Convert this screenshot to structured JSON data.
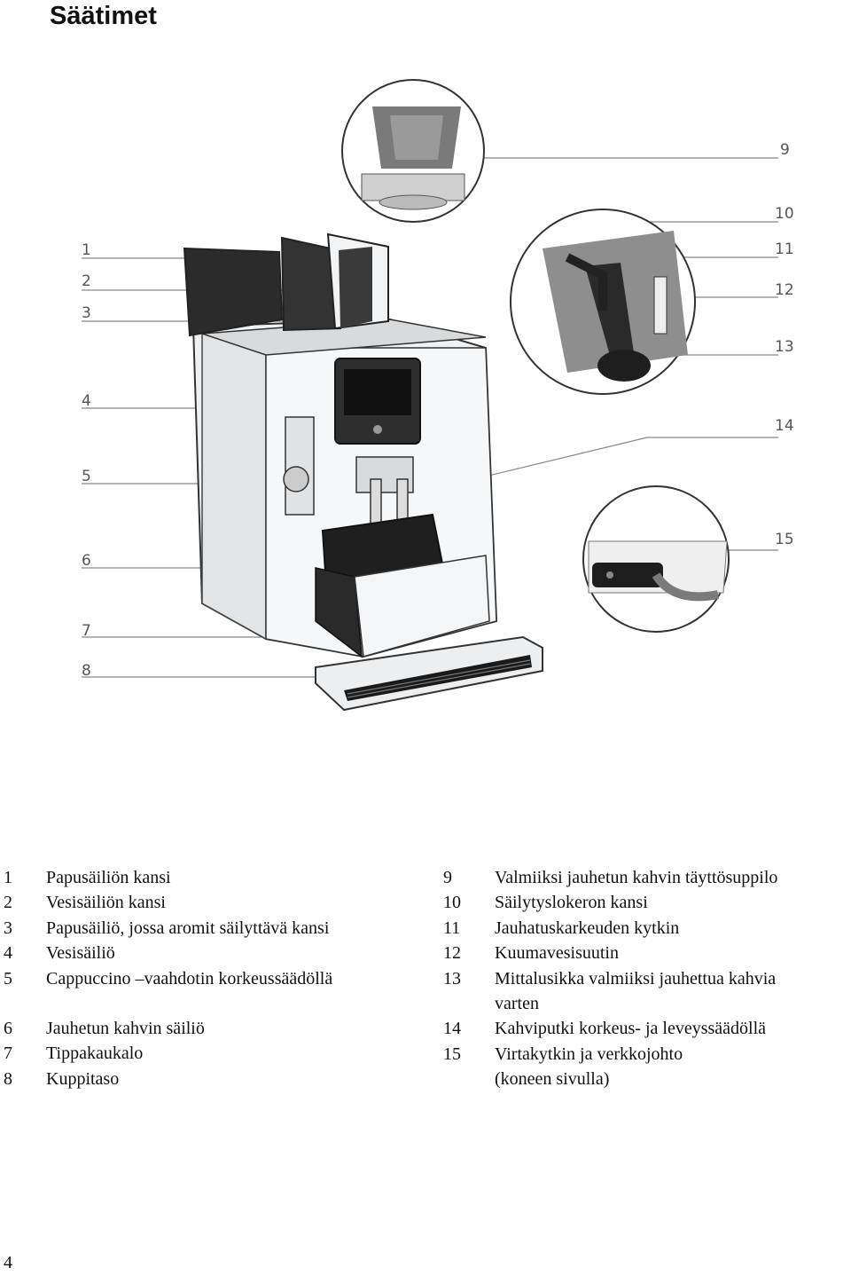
{
  "page": {
    "title": "Säätimet",
    "page_number": "4"
  },
  "figure": {
    "callouts": [
      "1",
      "2",
      "3",
      "4",
      "5",
      "6",
      "7",
      "8",
      "9",
      "10",
      "11",
      "12",
      "13",
      "14",
      "15"
    ]
  },
  "legend": {
    "left": [
      {
        "num": "1",
        "text": "Papusäiliön kansi"
      },
      {
        "num": "2",
        "text": "Vesisäiliön kansi"
      },
      {
        "num": "3",
        "text": "Papusäiliö, jossa aromit säilyttävä kansi"
      },
      {
        "num": "4",
        "text": "Vesisäiliö"
      },
      {
        "num": "5",
        "text": "Cappuccino –vaahdotin korkeussäädöllä"
      },
      {
        "num": "6",
        "text": "Jauhetun kahvin säiliö"
      },
      {
        "num": "7",
        "text": "Tippakaukalo"
      },
      {
        "num": "8",
        "text": "Kuppitaso"
      }
    ],
    "right": [
      {
        "num": "9",
        "text": "Valmiiksi jauhetun kahvin täyttösuppilo"
      },
      {
        "num": "10",
        "text": "Säilytyslokeron kansi"
      },
      {
        "num": "11",
        "text": "Jauhatuskarkeuden kytkin"
      },
      {
        "num": "12",
        "text": "Kuumavesisuutin"
      },
      {
        "num": "13",
        "text": "Mittalusikka valmiiksi jauhettua kahvia",
        "text2": "varten"
      },
      {
        "num": "14",
        "text": "Kahviputki korkeus- ja leveyssäädöllä"
      },
      {
        "num": "15",
        "text": "Virtakytkin ja verkkojohto",
        "text2": "(koneen sivulla)"
      }
    ]
  }
}
